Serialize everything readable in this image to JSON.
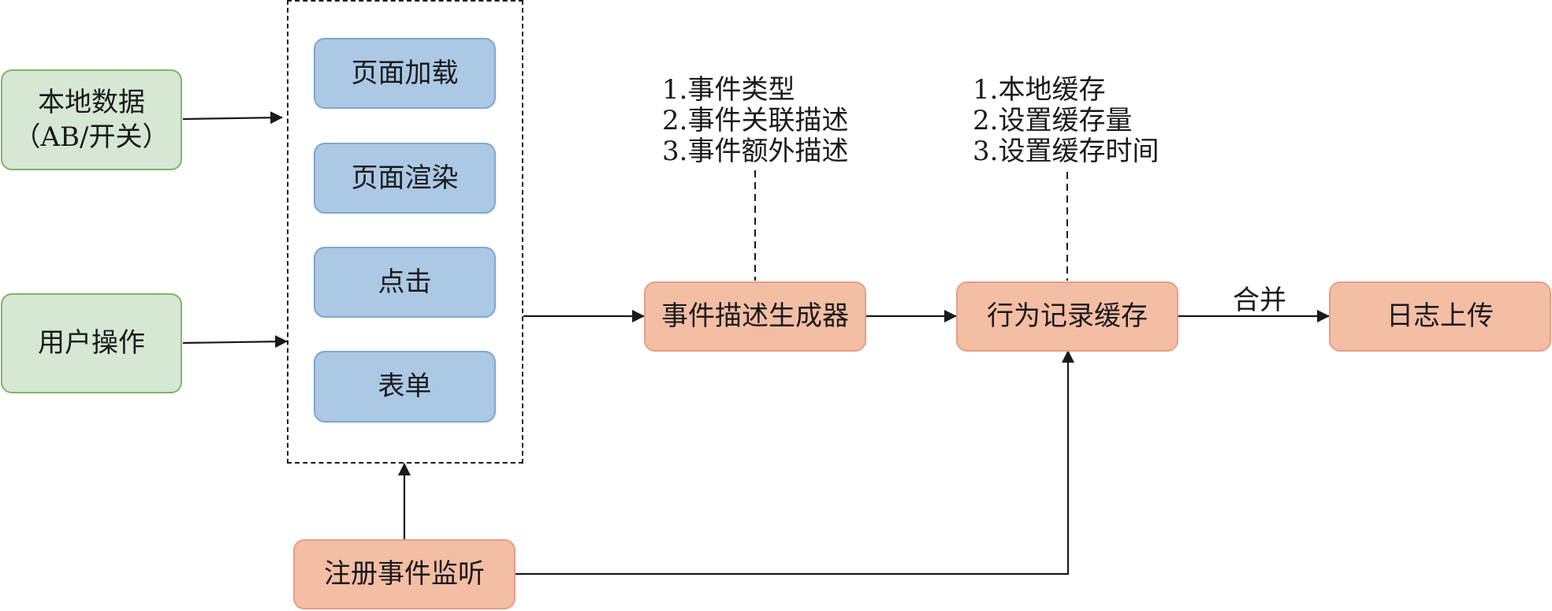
{
  "nodes": {
    "local_data": "本地数据\n（AB/开关）",
    "user_action": "用户操作",
    "page_load": "页面加载",
    "page_render": "页面渲染",
    "click": "点击",
    "form": "表单",
    "event_generator": "事件描述生成器",
    "behavior_cache": "行为记录缓存",
    "log_upload": "日志上传",
    "register_listener": "注册事件监听"
  },
  "notes": {
    "generator": [
      "1.事件类型",
      "2.事件关联描述",
      "3.事件额外描述"
    ],
    "cache": [
      "1.本地缓存",
      "2.设置缓存量",
      "3.设置缓存时间"
    ]
  },
  "edge_labels": {
    "merge": "合并"
  },
  "colors": {
    "green_fill": "#d5e8d4",
    "blue_fill": "#abc9e4",
    "orange_fill": "#f4bea5",
    "line": "#1a1a1a"
  }
}
